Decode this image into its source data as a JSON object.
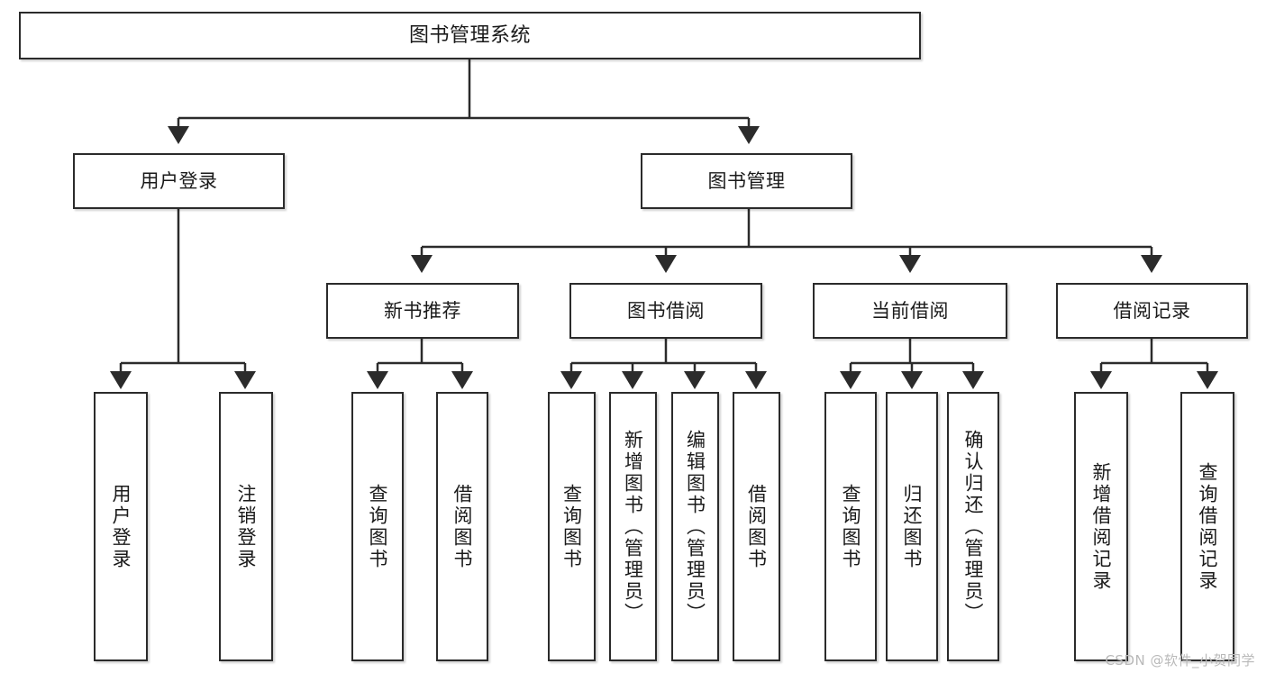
{
  "diagram": {
    "type": "tree",
    "title": "图书管理系统",
    "orientation": "top-down",
    "line_color": "#2b2b2b",
    "box_fill": "#ffffff",
    "text_color": "#1a1a1a"
  },
  "watermark": {
    "text": "CSDN @软件_小贺同学",
    "color": "#b9b9b9"
  },
  "nodes": {
    "root": {
      "label": "图书管理系统"
    },
    "level2": [
      {
        "id": "user-login",
        "label": "用户登录"
      },
      {
        "id": "book-management",
        "label": "图书管理"
      }
    ],
    "level3": [
      {
        "id": "new-book-recommend",
        "label": "新书推荐"
      },
      {
        "id": "book-borrow",
        "label": "图书借阅"
      },
      {
        "id": "current-borrow",
        "label": "当前借阅"
      },
      {
        "id": "borrow-record",
        "label": "借阅记录"
      }
    ],
    "leaves": {
      "user_login": [
        {
          "id": "leaf-user-login",
          "label": "用户登录"
        },
        {
          "id": "leaf-logout",
          "label": "注销登录"
        }
      ],
      "new_book_recommend": [
        {
          "id": "leaf-query-book-1",
          "label": "查询图书"
        },
        {
          "id": "leaf-borrow-book-1",
          "label": "借阅图书"
        }
      ],
      "book_borrow": [
        {
          "id": "leaf-query-book-2",
          "label": "查询图书"
        },
        {
          "id": "leaf-add-book",
          "label": "新增图书（管理员）"
        },
        {
          "id": "leaf-edit-book",
          "label": "编辑图书（管理员）"
        },
        {
          "id": "leaf-borrow-book-2",
          "label": "借阅图书"
        }
      ],
      "current_borrow": [
        {
          "id": "leaf-query-book-3",
          "label": "查询图书"
        },
        {
          "id": "leaf-return-book",
          "label": "归还图书"
        },
        {
          "id": "leaf-confirm-return",
          "label": "确认归还（管理员）"
        }
      ],
      "borrow_record": [
        {
          "id": "leaf-add-record",
          "label": "新增借阅记录"
        },
        {
          "id": "leaf-query-record",
          "label": "查询借阅记录"
        }
      ]
    }
  }
}
